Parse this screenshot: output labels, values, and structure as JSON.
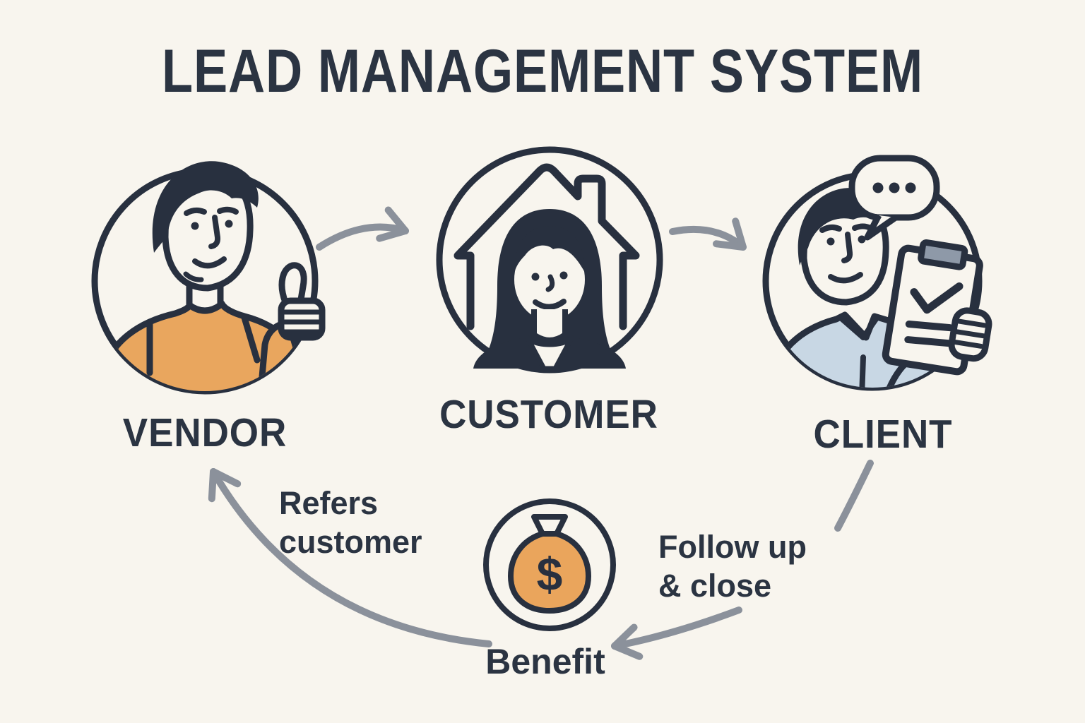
{
  "diagram": {
    "title": "LEAD MANAGEMENT SYSTEM",
    "nodes": [
      {
        "id": "vendor",
        "label": "VENDOR",
        "icon": "vendor-person-thumbs-up-icon"
      },
      {
        "id": "customer",
        "label": "CUSTOMER",
        "icon": "customer-person-house-icon"
      },
      {
        "id": "client",
        "label": "CLIENT",
        "icon": "client-person-clipboard-icon"
      },
      {
        "id": "benefit",
        "label": "Benefit",
        "icon": "money-bag-icon",
        "currency_symbol": "$"
      }
    ],
    "edges": [
      {
        "from": "vendor",
        "to": "customer"
      },
      {
        "from": "customer",
        "to": "client"
      },
      {
        "from": "client",
        "to": "benefit",
        "label": "Follow up\n& close"
      },
      {
        "from": "benefit",
        "to": "vendor",
        "label": "Refers\ncustomer"
      }
    ],
    "colors": {
      "background": "#f8f5ee",
      "outline_dark": "#28303f",
      "arrow_gray": "#8b919b",
      "vendor_shirt_orange": "#e9a65e",
      "client_shirt_blue": "#c8d7e4",
      "money_bag_orange": "#eaa55c",
      "clipboard_clip_gray": "#8e99a8"
    }
  }
}
